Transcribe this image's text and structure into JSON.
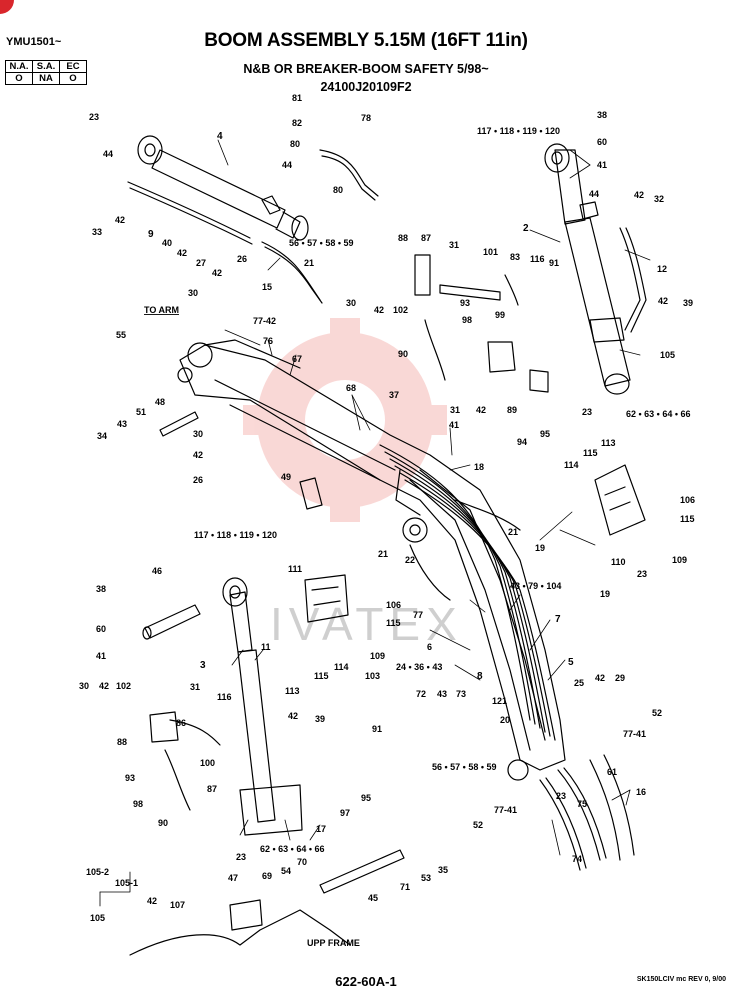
{
  "header": {
    "doc_id": "YMU1501~",
    "title": "BOOM ASSEMBLY 5.15M (16FT 11in)",
    "subtitle": "N&B OR BREAKER-BOOM SAFETY 5/98~",
    "part_number": "24100J20109F2"
  },
  "applicability": {
    "headers": [
      "N.A.",
      "S.A.",
      "EC"
    ],
    "values": [
      "O",
      "NA",
      "O"
    ]
  },
  "watermark": {
    "text": "IVATEX",
    "color": "#e8524a"
  },
  "callouts": [
    {
      "id": "c0",
      "text": "81"
    },
    {
      "id": "c1",
      "text": "82"
    },
    {
      "id": "c2",
      "text": "78"
    },
    {
      "id": "c3",
      "text": "80"
    },
    {
      "id": "c4",
      "text": "44"
    },
    {
      "id": "c5",
      "text": "80"
    },
    {
      "id": "c6",
      "text": "23"
    },
    {
      "id": "c7",
      "text": "4"
    },
    {
      "id": "c8",
      "text": "44"
    },
    {
      "id": "c9",
      "text": "42"
    },
    {
      "id": "c10",
      "text": "33"
    },
    {
      "id": "c11",
      "text": "9"
    },
    {
      "id": "c12",
      "text": "40"
    },
    {
      "id": "c13",
      "text": "42"
    },
    {
      "id": "c14",
      "text": "27"
    },
    {
      "id": "c15",
      "text": "56 • 57 • 58 • 59"
    },
    {
      "id": "c16",
      "text": "21"
    },
    {
      "id": "c17",
      "text": "26"
    },
    {
      "id": "c18",
      "text": "15"
    },
    {
      "id": "c19",
      "text": "42"
    },
    {
      "id": "c20",
      "text": "30"
    },
    {
      "id": "c21",
      "text": "TO ARM"
    },
    {
      "id": "c22",
      "text": "77-42"
    },
    {
      "id": "c23",
      "text": "55"
    },
    {
      "id": "c24",
      "text": "76"
    },
    {
      "id": "c25",
      "text": "67"
    },
    {
      "id": "c26",
      "text": "48"
    },
    {
      "id": "c27",
      "text": "51"
    },
    {
      "id": "c28",
      "text": "43"
    },
    {
      "id": "c29",
      "text": "34"
    },
    {
      "id": "c30",
      "text": "68"
    },
    {
      "id": "c31",
      "text": "37"
    },
    {
      "id": "c32",
      "text": "30"
    },
    {
      "id": "c33",
      "text": "42"
    },
    {
      "id": "c34",
      "text": "26"
    },
    {
      "id": "c35",
      "text": "49"
    },
    {
      "id": "c36",
      "text": "41"
    },
    {
      "id": "c37",
      "text": "18"
    },
    {
      "id": "c38",
      "text": "117 • 118 • 119 • 120"
    },
    {
      "id": "c39",
      "text": "38"
    },
    {
      "id": "c40",
      "text": "60"
    },
    {
      "id": "c41",
      "text": "41"
    },
    {
      "id": "c42",
      "text": "44"
    },
    {
      "id": "c43",
      "text": "42"
    },
    {
      "id": "c44",
      "text": "32"
    },
    {
      "id": "c45",
      "text": "2"
    },
    {
      "id": "c46",
      "text": "12"
    },
    {
      "id": "c47",
      "text": "88"
    },
    {
      "id": "c48",
      "text": "87"
    },
    {
      "id": "c49",
      "text": "31"
    },
    {
      "id": "c50",
      "text": "101"
    },
    {
      "id": "c51",
      "text": "83"
    },
    {
      "id": "c52",
      "text": "116"
    },
    {
      "id": "c53",
      "text": "91"
    },
    {
      "id": "c54",
      "text": "30"
    },
    {
      "id": "c55",
      "text": "42"
    },
    {
      "id": "c56",
      "text": "102"
    },
    {
      "id": "c57",
      "text": "93"
    },
    {
      "id": "c58",
      "text": "98"
    },
    {
      "id": "c59",
      "text": "99"
    },
    {
      "id": "c60",
      "text": "42"
    },
    {
      "id": "c61",
      "text": "39"
    },
    {
      "id": "c62",
      "text": "90"
    },
    {
      "id": "c63",
      "text": "105"
    },
    {
      "id": "c64",
      "text": "31"
    },
    {
      "id": "c65",
      "text": "42"
    },
    {
      "id": "c66",
      "text": "89"
    },
    {
      "id": "c67",
      "text": "94"
    },
    {
      "id": "c68",
      "text": "95"
    },
    {
      "id": "c69",
      "text": "23"
    },
    {
      "id": "c70",
      "text": "62 • 63 • 64 • 66"
    },
    {
      "id": "c71",
      "text": "113"
    },
    {
      "id": "c72",
      "text": "114"
    },
    {
      "id": "c73",
      "text": "115"
    },
    {
      "id": "c74",
      "text": "106"
    },
    {
      "id": "c75",
      "text": "115"
    },
    {
      "id": "c76",
      "text": "110"
    },
    {
      "id": "c77",
      "text": "109"
    },
    {
      "id": "c78",
      "text": "21"
    },
    {
      "id": "c79",
      "text": "19"
    },
    {
      "id": "c80",
      "text": "117 • 118 • 119 • 120"
    },
    {
      "id": "c81",
      "text": "46"
    },
    {
      "id": "c82",
      "text": "38"
    },
    {
      "id": "c83",
      "text": "60"
    },
    {
      "id": "c84",
      "text": "41"
    },
    {
      "id": "c85",
      "text": "3"
    },
    {
      "id": "c86",
      "text": "11"
    },
    {
      "id": "c87",
      "text": "111"
    },
    {
      "id": "c88",
      "text": "21"
    },
    {
      "id": "c89",
      "text": "22"
    },
    {
      "id": "c90",
      "text": "106"
    },
    {
      "id": "c91",
      "text": "115"
    },
    {
      "id": "c92",
      "text": "109"
    },
    {
      "id": "c93",
      "text": "77"
    },
    {
      "id": "c94",
      "text": "6"
    },
    {
      "id": "c95",
      "text": "43 • 79 • 104"
    },
    {
      "id": "c96",
      "text": "7"
    },
    {
      "id": "c97",
      "text": "19"
    },
    {
      "id": "c98",
      "text": "23"
    },
    {
      "id": "c99",
      "text": "113"
    },
    {
      "id": "c100",
      "text": "115"
    },
    {
      "id": "c101",
      "text": "114"
    },
    {
      "id": "c102",
      "text": "24 • 36 • 43"
    },
    {
      "id": "c103",
      "text": "8"
    },
    {
      "id": "c104",
      "text": "5"
    },
    {
      "id": "c105",
      "text": "30"
    },
    {
      "id": "c106",
      "text": "42"
    },
    {
      "id": "c107",
      "text": "102"
    },
    {
      "id": "c108",
      "text": "31"
    },
    {
      "id": "c109",
      "text": "116"
    },
    {
      "id": "c110",
      "text": "103"
    },
    {
      "id": "c111",
      "text": "72"
    },
    {
      "id": "c112",
      "text": "43"
    },
    {
      "id": "c113",
      "text": "73"
    },
    {
      "id": "c114",
      "text": "25"
    },
    {
      "id": "c115",
      "text": "42"
    },
    {
      "id": "c116",
      "text": "29"
    },
    {
      "id": "c117",
      "text": "88"
    },
    {
      "id": "c118",
      "text": "86"
    },
    {
      "id": "c119",
      "text": "42"
    },
    {
      "id": "c120",
      "text": "39"
    },
    {
      "id": "c121",
      "text": "91"
    },
    {
      "id": "c122",
      "text": "121"
    },
    {
      "id": "c123",
      "text": "20"
    },
    {
      "id": "c124",
      "text": "52"
    },
    {
      "id": "c125",
      "text": "100"
    },
    {
      "id": "c126",
      "text": "77-41"
    },
    {
      "id": "c127",
      "text": "93"
    },
    {
      "id": "c128",
      "text": "56 • 57 • 58 • 59"
    },
    {
      "id": "c129",
      "text": "61"
    },
    {
      "id": "c130",
      "text": "87"
    },
    {
      "id": "c131",
      "text": "95"
    },
    {
      "id": "c132",
      "text": "98"
    },
    {
      "id": "c133",
      "text": "97"
    },
    {
      "id": "c134",
      "text": "17"
    },
    {
      "id": "c135",
      "text": "77-41"
    },
    {
      "id": "c136",
      "text": "23"
    },
    {
      "id": "c137",
      "text": "75"
    },
    {
      "id": "c138",
      "text": "16"
    },
    {
      "id": "c139",
      "text": "90"
    },
    {
      "id": "c140",
      "text": "52"
    },
    {
      "id": "c141",
      "text": "62 • 63 • 64 • 66"
    },
    {
      "id": "c142",
      "text": "23"
    },
    {
      "id": "c143",
      "text": "70"
    },
    {
      "id": "c144",
      "text": "105-2"
    },
    {
      "id": "c145",
      "text": "105-1"
    },
    {
      "id": "c146",
      "text": "69"
    },
    {
      "id": "c147",
      "text": "54"
    },
    {
      "id": "c148",
      "text": "71"
    },
    {
      "id": "c149",
      "text": "53"
    },
    {
      "id": "c150",
      "text": "35"
    },
    {
      "id": "c151",
      "text": "74"
    },
    {
      "id": "c152",
      "text": "47"
    },
    {
      "id": "c153",
      "text": "45"
    },
    {
      "id": "c154",
      "text": "42"
    },
    {
      "id": "c155",
      "text": "107"
    },
    {
      "id": "c156",
      "text": "105"
    },
    {
      "id": "c157",
      "text": "UPP FRAME"
    }
  ],
  "footer": {
    "page_number": "622-60A-1",
    "revision": "SK150LCIV mc REV 0, 9/00"
  }
}
